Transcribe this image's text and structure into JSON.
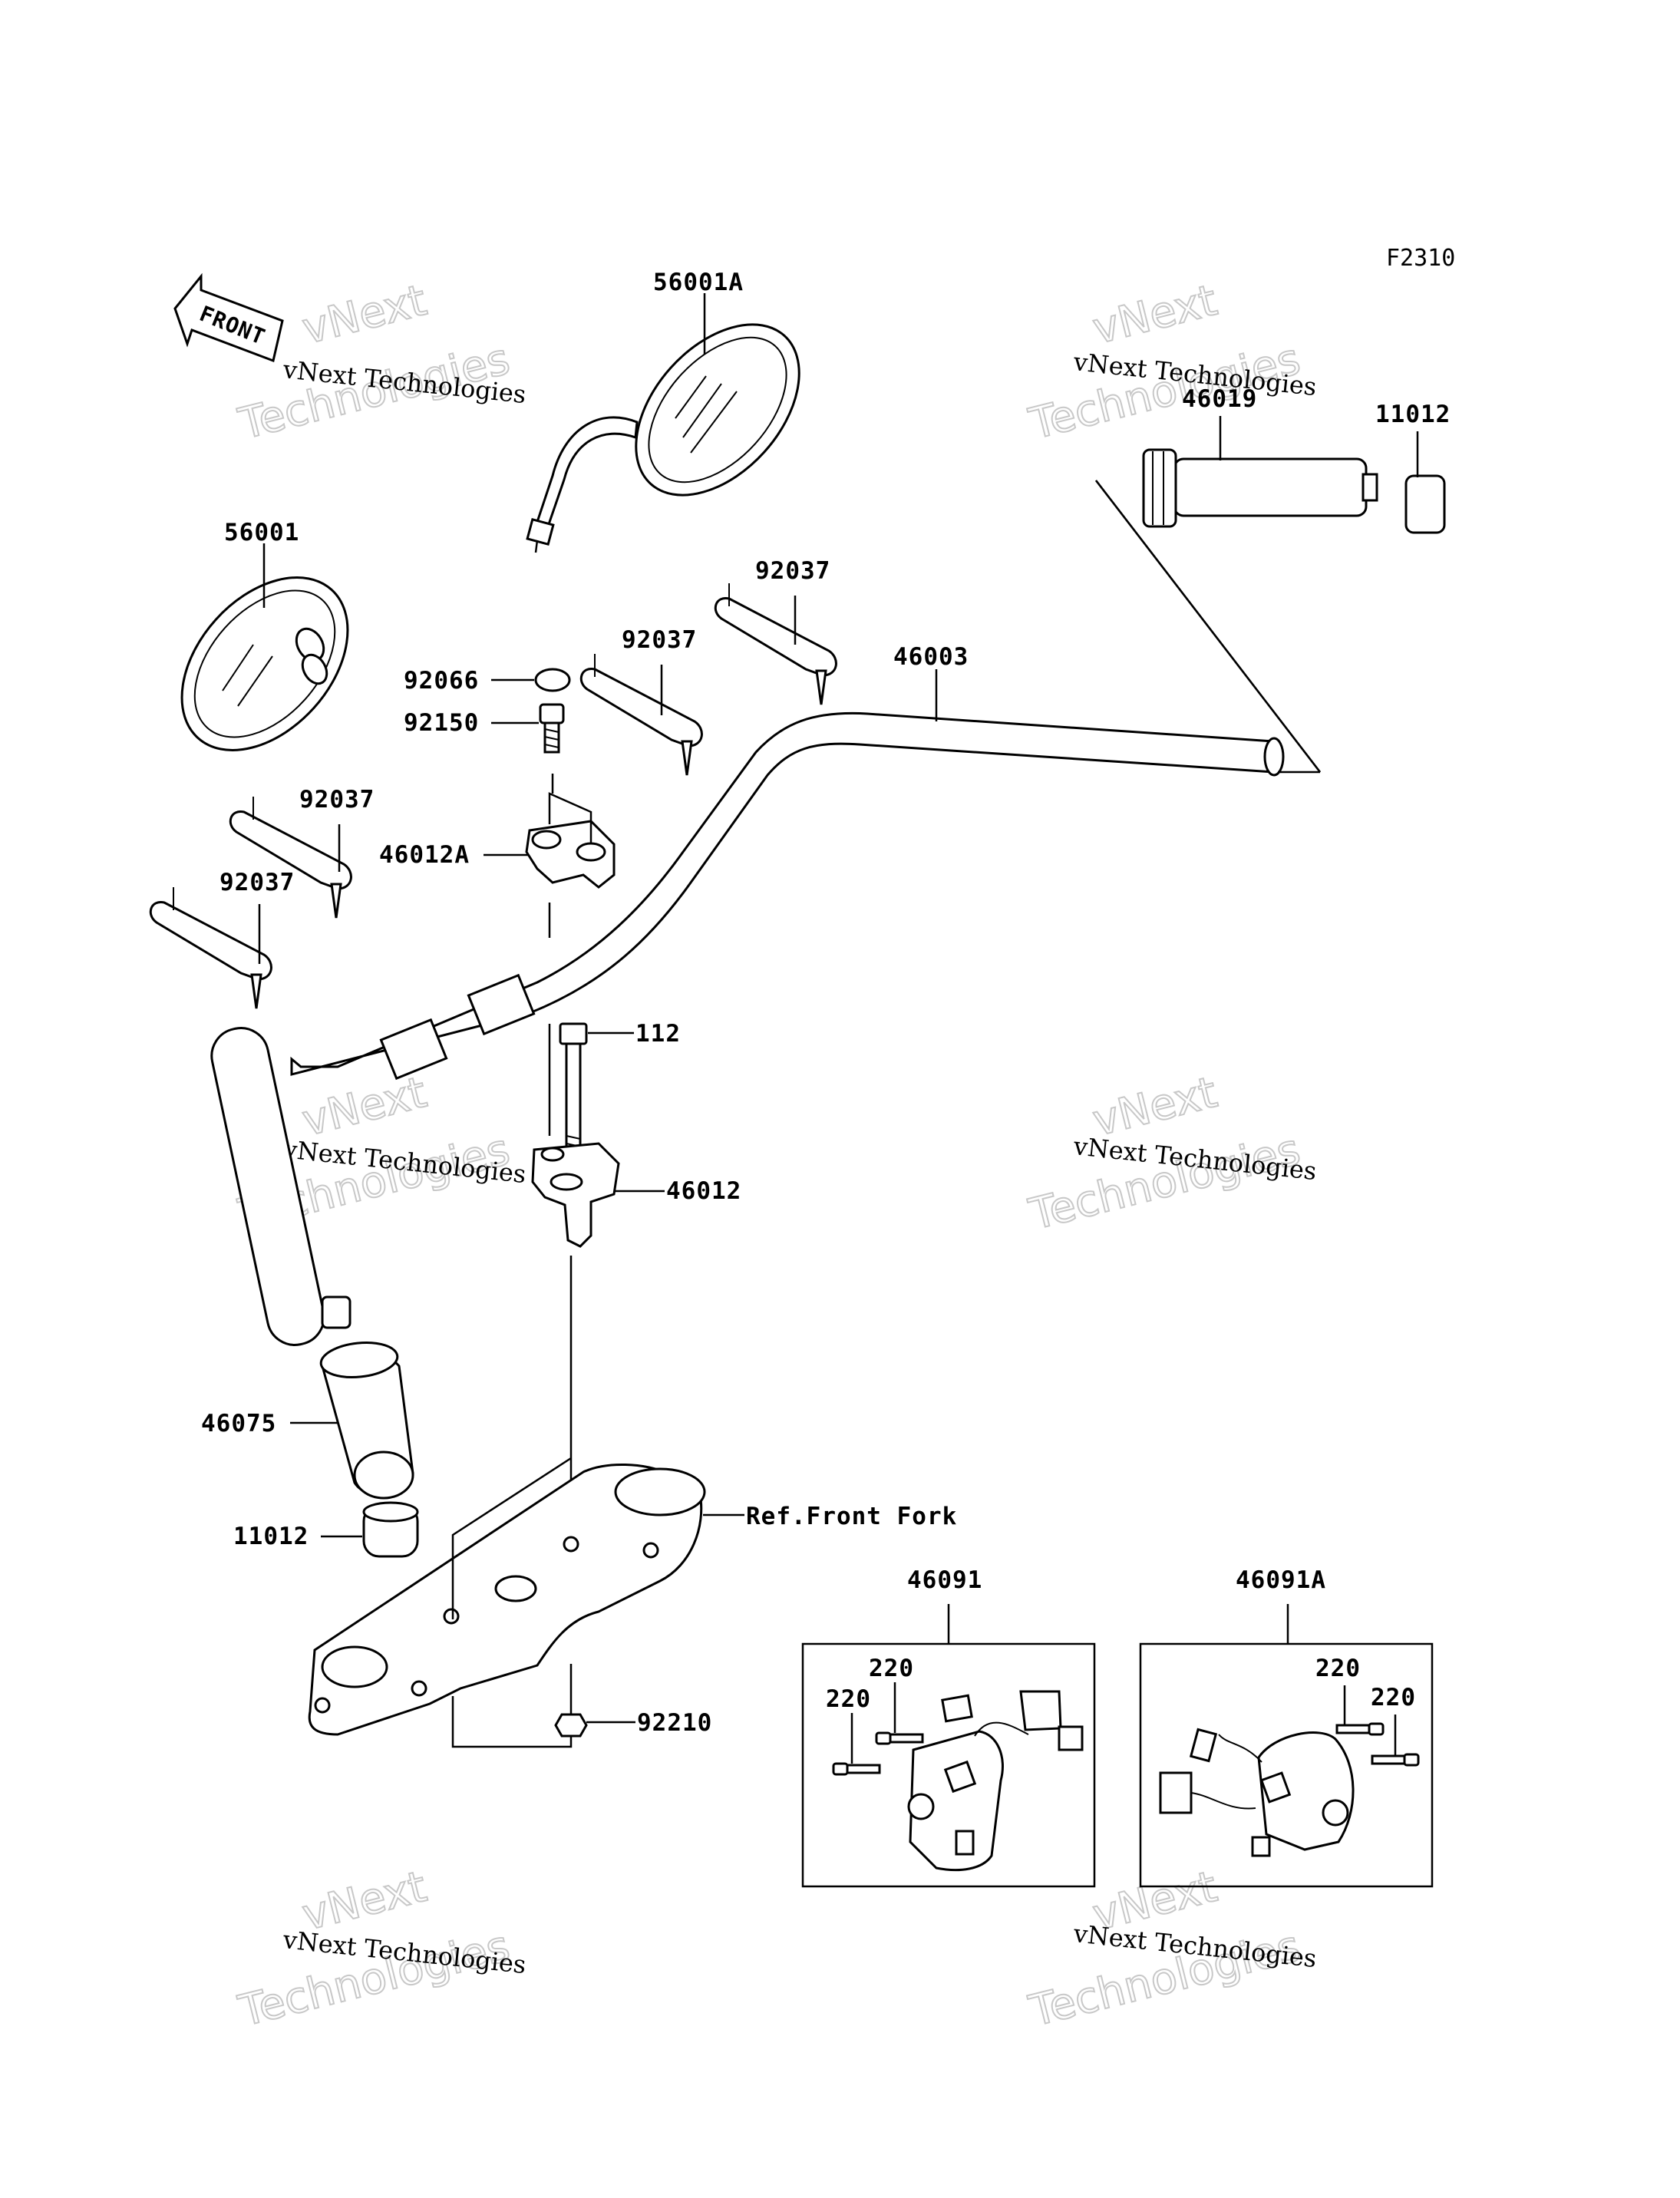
{
  "figure_code": "F2310",
  "front_label": "FRONT",
  "watermark": {
    "line1": "vNext Technologies",
    "line2": "Technologies",
    "line3": "vNext"
  },
  "callouts": {
    "p56001A": "56001A",
    "p56001": "56001",
    "p46019": "46019",
    "p11012_top": "11012",
    "p92037_a": "92037",
    "p92037_b": "92037",
    "p92037_c": "92037",
    "p92037_d": "92037",
    "p92066": "92066",
    "p92150": "92150",
    "p46003": "46003",
    "p46012A": "46012A",
    "p112": "112",
    "p46012": "46012",
    "p46075": "46075",
    "p11012_bottom": "11012",
    "ref_front_fork": "Ref.Front Fork",
    "p92210": "92210",
    "p46091": "46091",
    "p46091A": "46091A",
    "p220_a": "220",
    "p220_b": "220",
    "p220_c": "220",
    "p220_d": "220"
  }
}
